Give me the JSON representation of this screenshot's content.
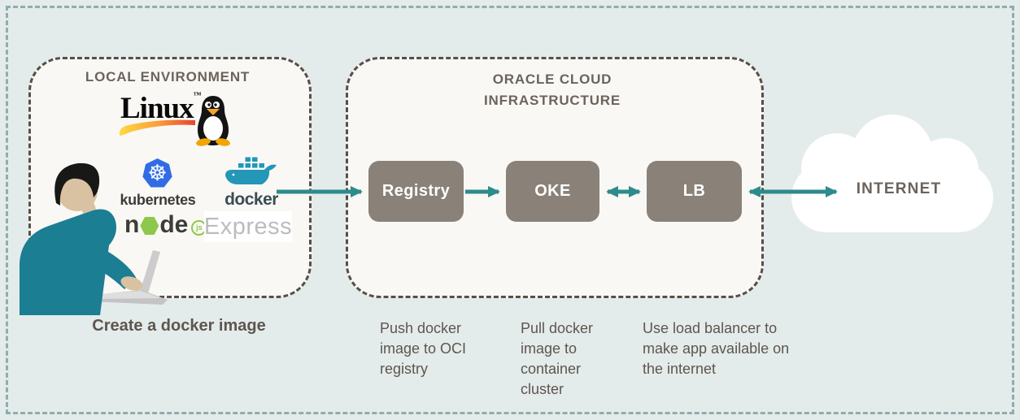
{
  "diagram": {
    "type": "architecture-flow",
    "colors": {
      "background": "#e4ebeb",
      "outer_border": "#8fadad",
      "group_fill": "#faf8f4",
      "group_border": "#55504b",
      "node_fill": "#8a8178",
      "node_text": "#ffffff",
      "arrow": "#2e8b8c",
      "title_text": "#6b635d",
      "caption_text": "#5d564f",
      "kubernetes_blue": "#326ce5",
      "node_green": "#8cc84b",
      "docker_blue": "#2496b7"
    }
  },
  "local_env": {
    "title": "LOCAL ENVIRONMENT",
    "caption": "Create a docker image",
    "logos": {
      "linux_label": "Linux",
      "linux_tm": "™",
      "kubernetes_icon_glyph": "☸",
      "kubernetes_label": "kubernetes",
      "docker_label": "docker",
      "node_prefix": "n",
      "node_suffix": "de",
      "node_badge": "js",
      "express_label": "Express"
    }
  },
  "oci": {
    "title_line1": "ORACLE CLOUD",
    "title_line2": "INFRASTRUCTURE",
    "nodes": [
      {
        "id": "registry",
        "label": "Registry",
        "caption": "Push docker image to OCI registry"
      },
      {
        "id": "oke",
        "label": "OKE",
        "caption": "Pull docker image to container cluster"
      },
      {
        "id": "lb",
        "label": "LB",
        "caption": "Use load balancer to make app available on the internet"
      }
    ]
  },
  "internet": {
    "label": "INTERNET"
  },
  "flow": {
    "arrows": [
      {
        "from": "docker",
        "to": "registry",
        "direction": "right"
      },
      {
        "from": "registry",
        "to": "oke",
        "direction": "right"
      },
      {
        "from": "oke",
        "to": "lb",
        "direction": "both"
      },
      {
        "from": "lb",
        "to": "internet",
        "direction": "both"
      }
    ]
  }
}
